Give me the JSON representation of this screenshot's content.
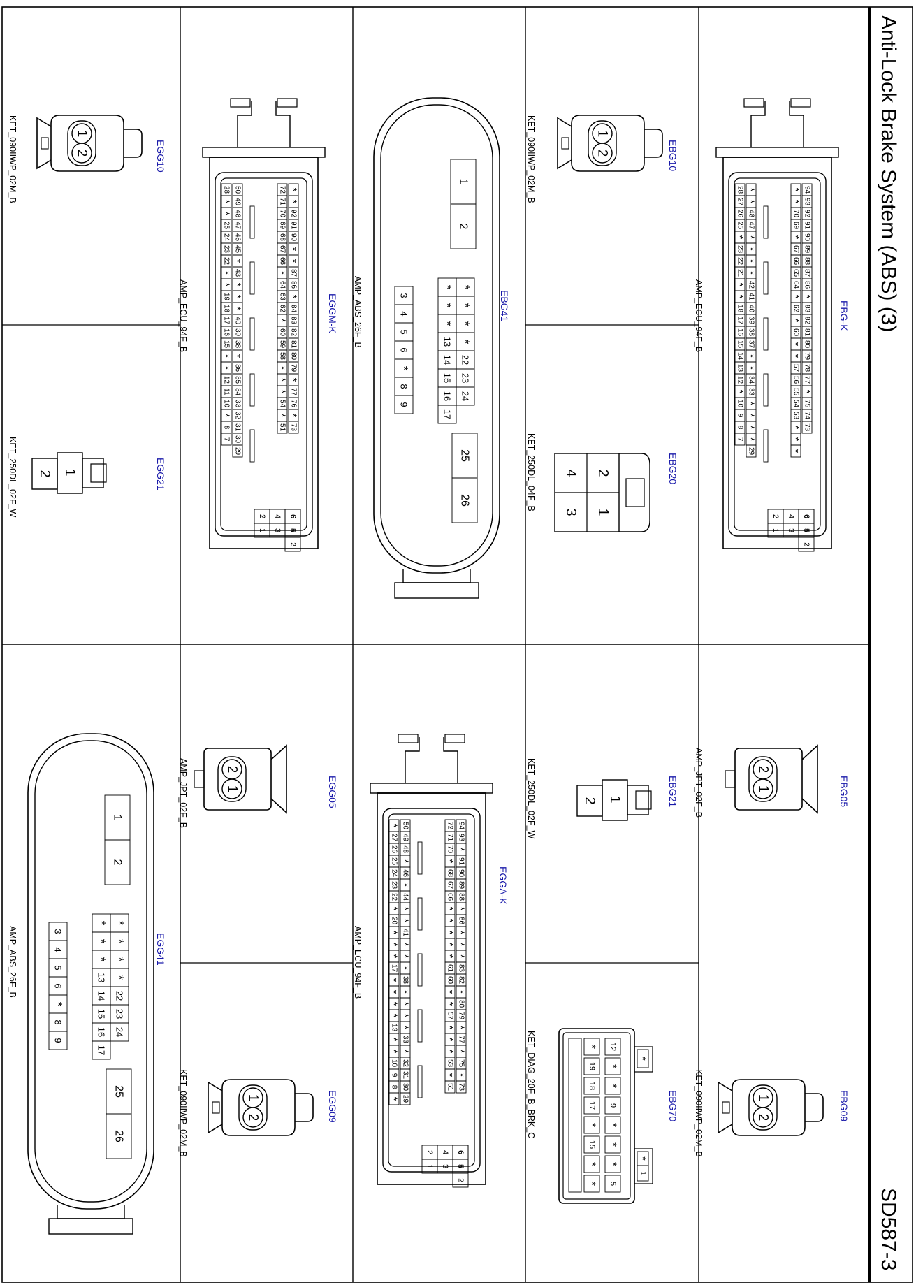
{
  "page": {
    "title": "Anti-Lock Brake System (ABS) (3)",
    "code": "SD587-3"
  },
  "connectors": {
    "ebg_k": {
      "id": "EBG-K",
      "part": "AMP_ECU_94F_B"
    },
    "ebg10": {
      "id": "EBG10",
      "part": "KET_090IIWP_02M_B"
    },
    "ebg20": {
      "id": "EBG20",
      "part": "KET_250DL_04F_B"
    },
    "ebg41": {
      "id": "EBG41",
      "part": "AMP_ABS_26F_B"
    },
    "eggm_k": {
      "id": "EGGM-K",
      "part": "AMP_ECU_94F_B"
    },
    "egg10": {
      "id": "EGG10",
      "part": "KET_090IIWP_02M_B"
    },
    "egg21": {
      "id": "EGG21",
      "part": "KET_250DL_02F_W"
    },
    "ebg05": {
      "id": "EBG05",
      "part": "AMP_JPT_02F_B"
    },
    "ebg09": {
      "id": "EBG09",
      "part": "KET_090IIWP_02M_B"
    },
    "ebg21": {
      "id": "EBG21",
      "part": "KET_250DL_02F_W"
    },
    "ebg70": {
      "id": "EBG70",
      "part": "KET_DIAG_20F_B_BRK_C"
    },
    "egga_k": {
      "id": "EGGA-K",
      "part": "AMP_ECU_94F_B"
    },
    "egg05": {
      "id": "EGG05",
      "part": "AMP_JPT_02F_B"
    },
    "egg09": {
      "id": "EGG09",
      "part": "KET_090IIWP_02M_B"
    },
    "egg41": {
      "id": "EGG41",
      "part": "AMP_ABS_26F_B"
    }
  },
  "pins": {
    "two_pin": [
      "1",
      "2"
    ],
    "four_pin": [
      "1",
      "2",
      "3",
      "4"
    ],
    "abs26_big": [
      "1",
      "2",
      "25",
      "26"
    ],
    "abs26_row_a": [
      "3",
      "4",
      "5",
      "6",
      "*",
      "8",
      "9"
    ],
    "abs26_row_b": [
      "*",
      "*",
      "*",
      "13",
      "14",
      "15",
      "16",
      "17"
    ],
    "abs26_row_c": [
      "*",
      "*",
      "*",
      "*",
      "22",
      "23",
      "24"
    ],
    "ecu_small": [
      "6",
      "5",
      "4",
      "3",
      "2",
      "1"
    ],
    "ebgk_rows": [
      [
        "94",
        "93",
        "92",
        "91",
        "90",
        "89",
        "88",
        "87",
        "86",
        "*",
        "83",
        "82",
        "81",
        "80",
        "79",
        "78",
        "77",
        "*",
        "75",
        "74",
        "73"
      ],
      [
        "*",
        "*",
        "70",
        "69",
        "*",
        "67",
        "66",
        "65",
        "64",
        "*",
        "62",
        "*",
        "60",
        "*",
        "*",
        "57",
        "56",
        "55",
        "54",
        "53",
        "*",
        "*",
        "*"
      ],
      [
        "*",
        "*",
        "48",
        "47",
        "*",
        "*",
        "*",
        "*",
        "42",
        "41",
        "40",
        "39",
        "38",
        "37",
        "*",
        "*",
        "34",
        "33",
        "*",
        "*",
        "*",
        "*",
        "29"
      ],
      [
        "28",
        "27",
        "26",
        "25",
        "*",
        "23",
        "22",
        "21",
        "*",
        "*",
        "18",
        "17",
        "16",
        "15",
        "14",
        "13",
        "12",
        "*",
        "10",
        "9",
        "8",
        "7"
      ]
    ],
    "eggmk_rows": [
      [
        "*",
        "*",
        "92",
        "91",
        "90",
        "*",
        "*",
        "87",
        "86",
        "*",
        "84",
        "83",
        "82",
        "81",
        "80",
        "79",
        "*",
        "77",
        "76",
        "*",
        "73"
      ],
      [
        "72",
        "71",
        "70",
        "69",
        "68",
        "67",
        "66",
        "*",
        "64",
        "63",
        "62",
        "*",
        "60",
        "59",
        "58",
        "*",
        "*",
        "*",
        "54",
        "*",
        "51"
      ],
      [
        "50",
        "49",
        "48",
        "47",
        "46",
        "45",
        "*",
        "43",
        "*",
        "*",
        "*",
        "40",
        "39",
        "38",
        "*",
        "36",
        "35",
        "34",
        "33",
        "32",
        "31",
        "30",
        "29"
      ],
      [
        "28",
        "*",
        "*",
        "25",
        "24",
        "23",
        "22",
        "*",
        "*",
        "19",
        "18",
        "17",
        "16",
        "15",
        "*",
        "*",
        "12",
        "11",
        "10",
        "*",
        "8",
        "7"
      ]
    ],
    "eggak_rows": [
      [
        "94",
        "93",
        "*",
        "91",
        "90",
        "89",
        "88",
        "*",
        "86",
        "*",
        "*",
        "*",
        "83",
        "82",
        "*",
        "80",
        "79",
        "*",
        "77",
        "*",
        "75",
        "*",
        "73"
      ],
      [
        "72",
        "71",
        "70",
        "*",
        "68",
        "67",
        "66",
        "*",
        "*",
        "*",
        "*",
        "*",
        "61",
        "60",
        "*",
        "*",
        "57",
        "*",
        "*",
        "*",
        "53",
        "*",
        "51"
      ],
      [
        "50",
        "49",
        "48",
        "*",
        "46",
        "*",
        "44",
        "*",
        "*",
        "41",
        "*",
        "*",
        "*",
        "38",
        "*",
        "*",
        "*",
        "*",
        "33",
        "*",
        "32",
        "31",
        "30",
        "29"
      ],
      [
        "*",
        "27",
        "26",
        "25",
        "24",
        "23",
        "22",
        "*",
        "20",
        "*",
        "*",
        "*",
        "17",
        "*",
        "*",
        "*",
        "*",
        "13",
        "*",
        "*",
        "10",
        "9",
        "8",
        "*"
      ]
    ],
    "diag_rows": [
      [
        "12",
        "*",
        "*",
        "9",
        "*",
        "*",
        "*",
        "5"
      ],
      [
        "*",
        "19",
        "18",
        "17",
        "*",
        "15",
        "*",
        "*"
      ],
      [
        "*",
        "*",
        "*",
        "1"
      ]
    ]
  }
}
